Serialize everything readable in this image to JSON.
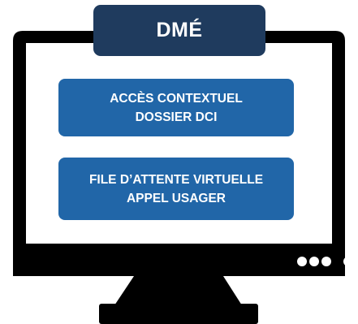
{
  "screen": {
    "title": "DMÉ",
    "blocks": [
      {
        "lines": [
          "ACCÈS CONTEXTUEL",
          "DOSSIER DCI"
        ]
      },
      {
        "lines": [
          "FILE D’ATTENTE VIRTUELLE",
          "APPEL USAGER"
        ]
      }
    ]
  },
  "colors": {
    "title_background": "#1f3b5e",
    "block_background": "#2166a8",
    "monitor_frame": "#000000",
    "screen_background": "#ffffff"
  },
  "icons": [
    "monitor-icon",
    "indicator-dot",
    "power-indicator"
  ]
}
